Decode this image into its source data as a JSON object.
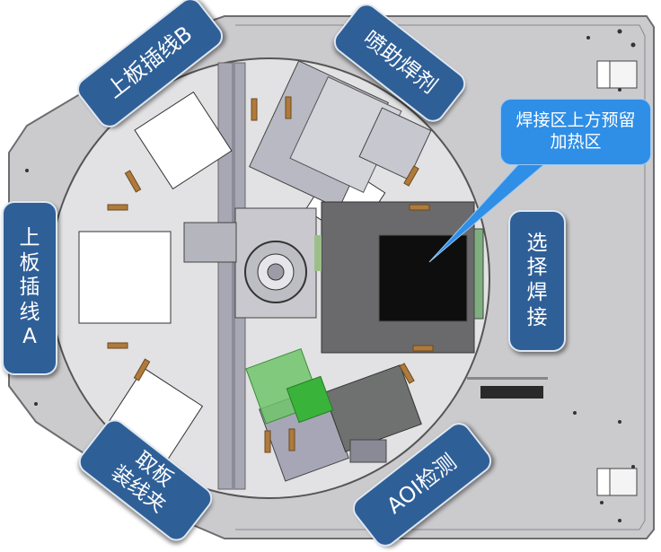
{
  "stations": {
    "upper_board_b": "上板插线B",
    "flux_spray": "喷助焊剂",
    "preheat_callout": "焊接区上方预留加热区",
    "selective_solder": [
      "选",
      "择",
      "焊",
      "接"
    ],
    "upper_board_a": [
      "上",
      "板",
      "插",
      "线",
      "A"
    ],
    "unload_fixture": [
      "取板",
      "装线夹"
    ],
    "aoi_inspection": "AOI检测"
  },
  "colors": {
    "label_bg": "#2f5f97",
    "callout_bg": "#2f8ee6",
    "machine_frame": "#c9c9cc",
    "turntable": "#e2e2e4",
    "solder_zone": "#141414",
    "highlight_green": "#5fbf5f"
  }
}
